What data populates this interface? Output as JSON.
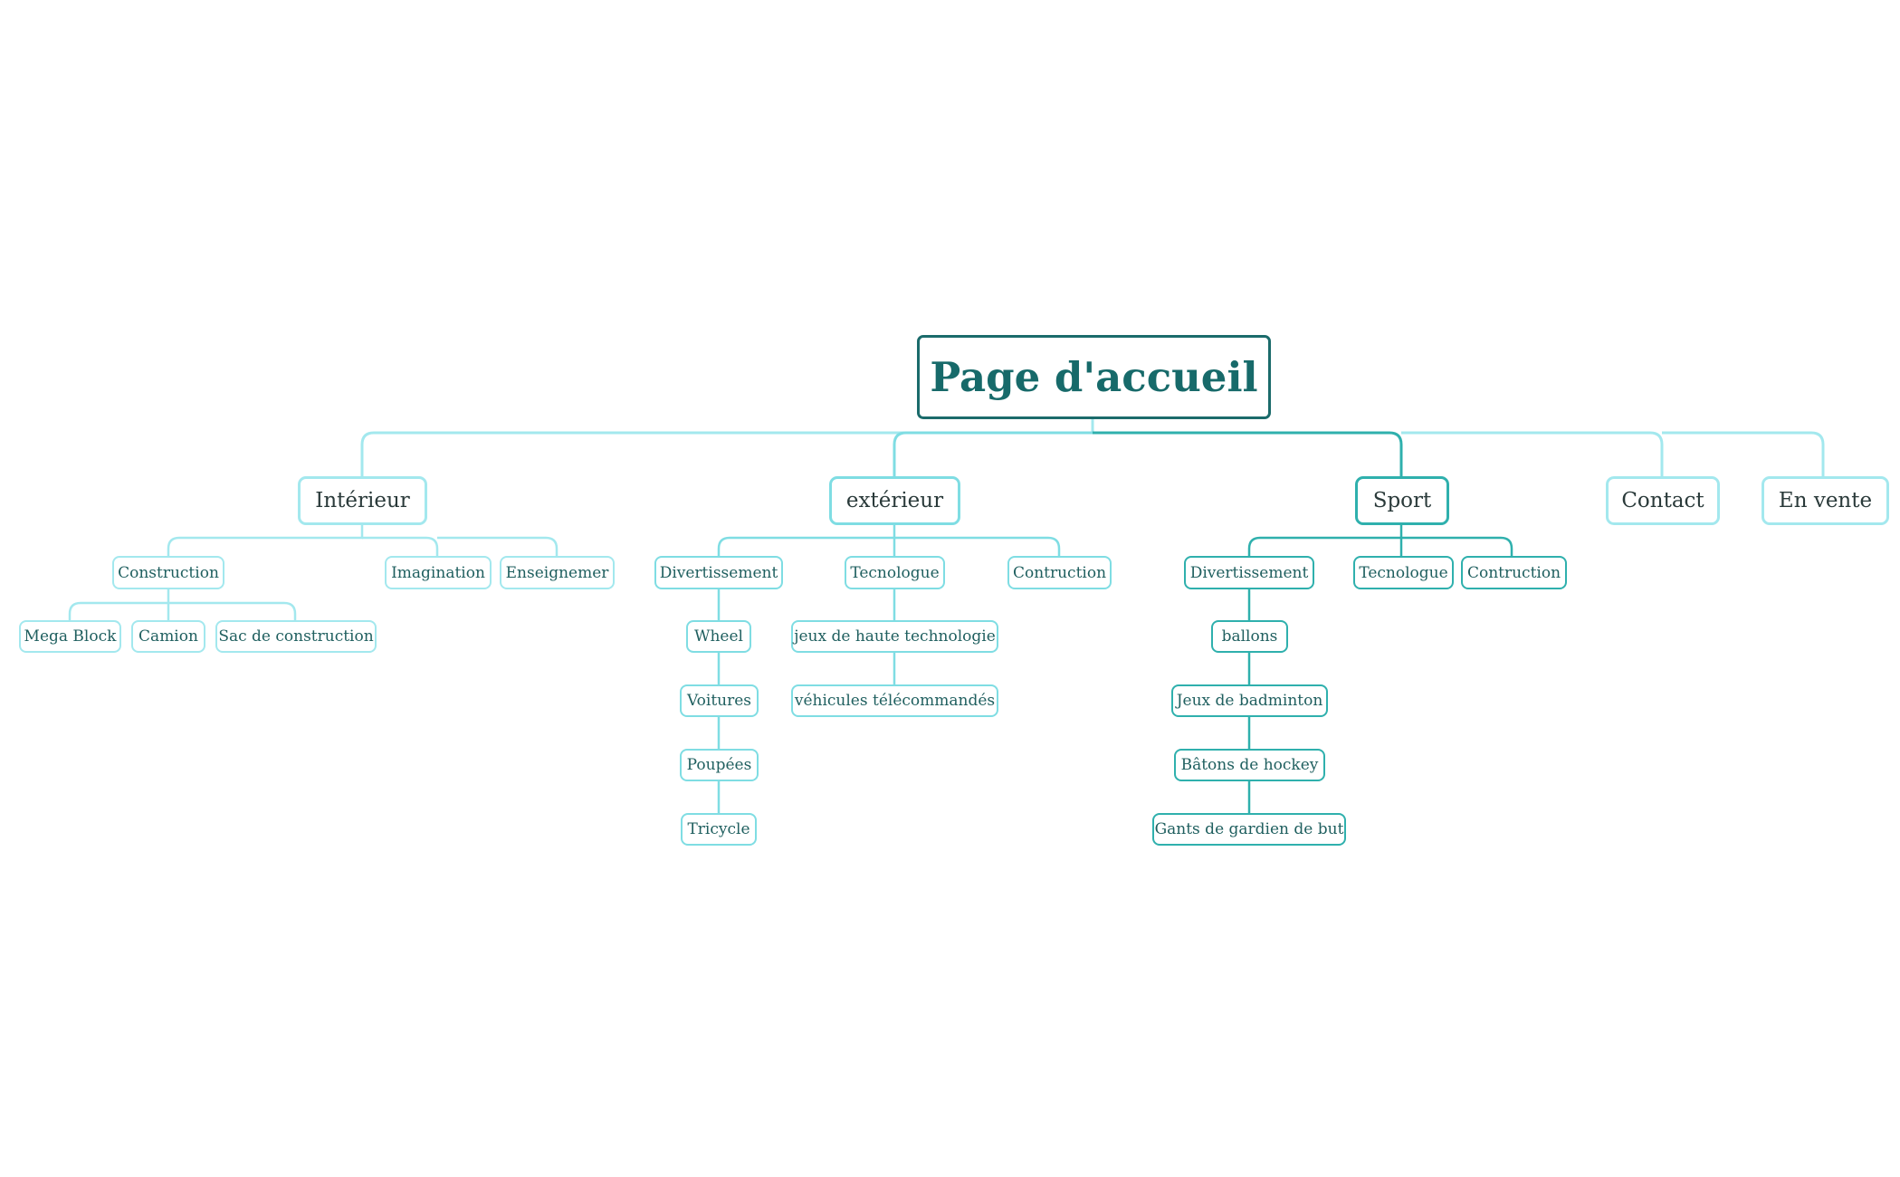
{
  "root": {
    "label": "Page d'accueil"
  },
  "colors": {
    "root_border": "#1b6b6b",
    "interieur": "#a3e8ee",
    "exterieur": "#7fdde3",
    "sport": "#2fb0ad",
    "text": "#1f5f5f"
  },
  "branches": [
    {
      "key": "interieur",
      "label": "Intérieur",
      "children": [
        {
          "label": "Construction",
          "children": [
            {
              "label": "Mega Block"
            },
            {
              "label": "Camion"
            },
            {
              "label": "Sac de construction"
            }
          ]
        },
        {
          "label": "Imagination"
        },
        {
          "label": "Enseignemer"
        }
      ]
    },
    {
      "key": "exterieur",
      "label": "extérieur",
      "children": [
        {
          "label": "Divertissement",
          "children": [
            {
              "label": "Wheel"
            },
            {
              "label": "Voitures"
            },
            {
              "label": "Poupées"
            },
            {
              "label": "Tricycle"
            }
          ]
        },
        {
          "label": "Tecnologue",
          "children": [
            {
              "label": "jeux de haute technologie"
            },
            {
              "label": "véhicules télécommandés"
            }
          ]
        },
        {
          "label": "Contruction"
        }
      ]
    },
    {
      "key": "sport",
      "label": "Sport",
      "children": [
        {
          "label": "Divertissement",
          "children": [
            {
              "label": "ballons"
            },
            {
              "label": "Jeux de badminton"
            },
            {
              "label": "Bâtons de hockey"
            },
            {
              "label": "Gants de gardien de but"
            }
          ]
        },
        {
          "label": "Tecnologue"
        },
        {
          "label": "Contruction"
        }
      ]
    },
    {
      "key": "contact",
      "label": "Contact"
    },
    {
      "key": "envente",
      "label": "En vente"
    }
  ]
}
